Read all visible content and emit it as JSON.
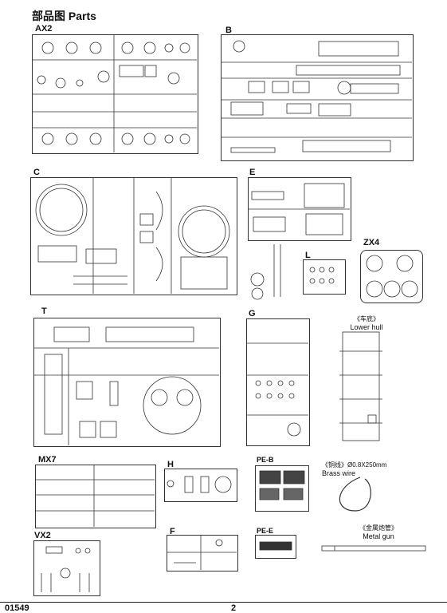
{
  "title": "部品图 Parts",
  "sprues": {
    "AX2": "AX2",
    "B": "B",
    "C": "C",
    "E": "E",
    "L": "L",
    "ZX4": "ZX4",
    "T": "T",
    "G": "G",
    "MX7": "MX7",
    "H": "H",
    "PE_B": "PE-B",
    "F": "F",
    "VX2": "VX2",
    "PE_E": "PE-E"
  },
  "items": {
    "lower_hull": {
      "cn": "《车底》",
      "en": "Lower hull"
    },
    "brass_wire": {
      "cn": "《铜线》Ø0.8X250mm",
      "en": "Brass wire"
    },
    "metal_gun": {
      "cn": "《金属炮管》",
      "en": "Metal gun"
    }
  },
  "footer": {
    "code": "01549",
    "page": "2"
  }
}
